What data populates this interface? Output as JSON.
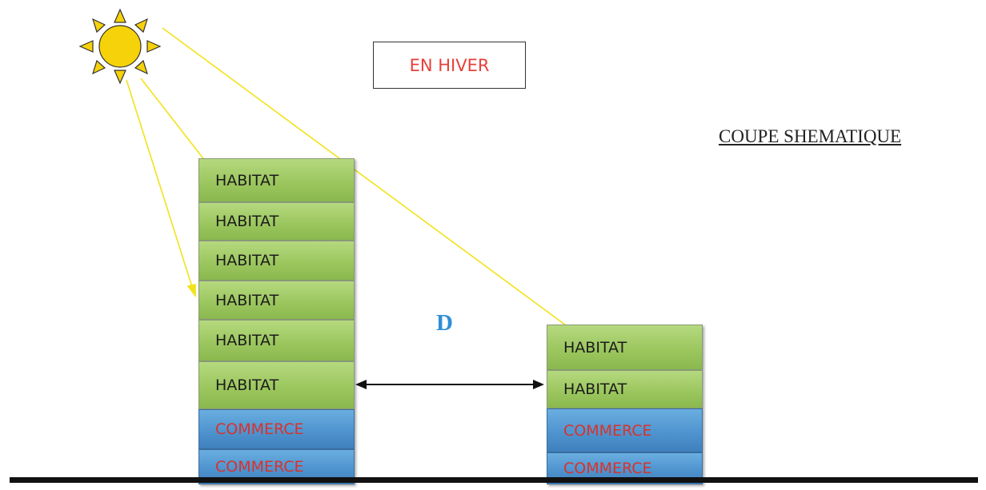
{
  "season_label": "EN HIVER",
  "section_title": "COUPE SHEMATIQUE",
  "distance_label": "D",
  "left_building": {
    "floors": [
      "HABITAT",
      "HABITAT",
      "HABITAT",
      "HABITAT",
      "HABITAT",
      "HABITAT",
      "COMMERCE",
      "COMMERCE"
    ]
  },
  "right_building": {
    "floors": [
      "HABITAT",
      "HABITAT",
      "COMMERCE",
      "COMMERCE"
    ]
  },
  "colors": {
    "habitat": "#9cc75f",
    "commerce": "#4f94cf",
    "commerce_text": "#d9322b",
    "sun": "#f5d20a",
    "sun_ray_line": "#f2e21c",
    "season_text": "#e8403a",
    "distance_text": "#2f8fd6"
  },
  "icons": [
    "sun-icon",
    "double-arrow-icon"
  ]
}
